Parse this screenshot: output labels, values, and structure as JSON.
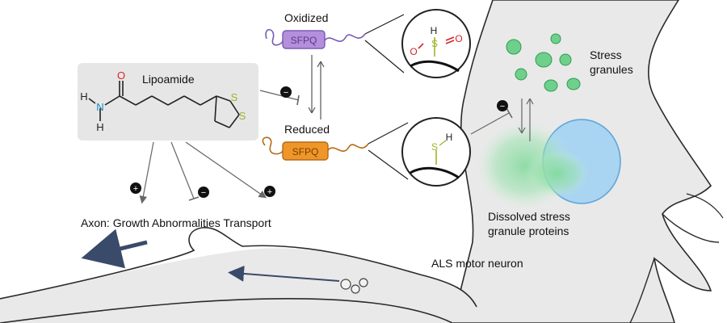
{
  "labels": {
    "lipoamide": "Lipoamide",
    "oxidized": "Oxidized",
    "reduced": "Reduced",
    "sfpq": "SFPQ",
    "stress_granules_line1": "Stress",
    "stress_granules_line2": "granules",
    "dissolved_line1": "Dissolved stress",
    "dissolved_line2": "granule proteins",
    "neuron": "ALS motor neuron",
    "axon": "Axon: Growth Abnormalities Transport"
  },
  "molecule": {
    "atom_O": "O",
    "atom_N": "N",
    "atom_H_top": "H",
    "atom_H_bottom": "H",
    "atom_S1": "S",
    "atom_S2": "S"
  },
  "oxidized_inset": {
    "atom_H": "H",
    "atom_S": "S",
    "atom_O_left": "O",
    "atom_O_right": "O"
  },
  "reduced_inset": {
    "atom_S": "S",
    "atom_H": "H"
  },
  "signs": {
    "plus": "+",
    "minus": "−"
  },
  "colors": {
    "sfpq_oxidized": "#b48fdc",
    "sfpq_reduced": "#ef962a",
    "stress_granule": "#6fd08b",
    "nucleus": "#a9d4f2",
    "neuron_fill": "#e9e9e9",
    "lipoamide_box": "#e6e6e6",
    "oxygen": "#d9232a",
    "nitrogen": "#1a87c7",
    "sulfur": "#9db52a"
  }
}
